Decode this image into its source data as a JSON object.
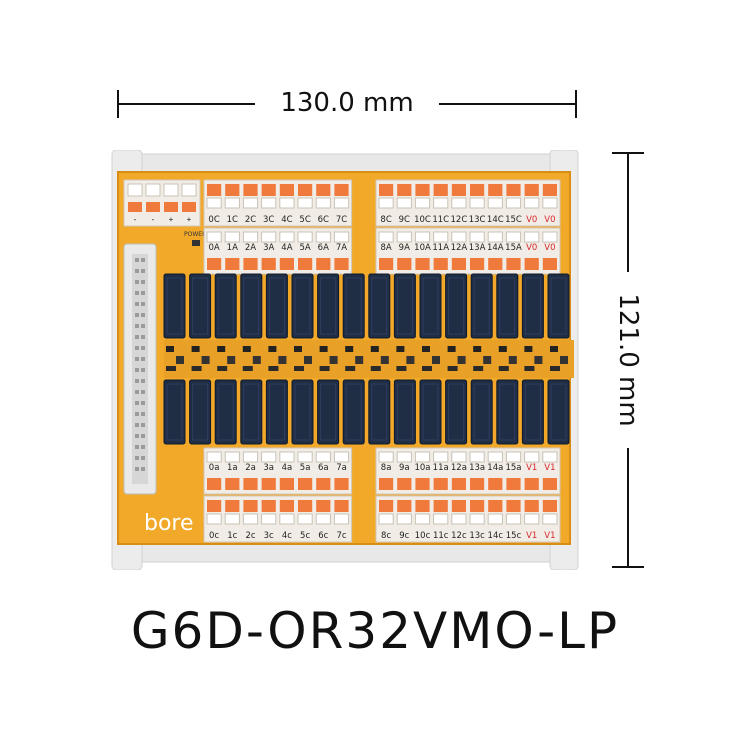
{
  "dimensions": {
    "width": "130.0 mm",
    "height": "121.0 mm"
  },
  "model": "G6D-OR32VMO-LP",
  "brand": "bore",
  "power_label": "POWER",
  "power_terminals": [
    "-",
    "-",
    "+",
    "+"
  ],
  "terminal_blocks": {
    "top_left_c": [
      "0C",
      "1C",
      "2C",
      "3C",
      "4C",
      "5C",
      "6C",
      "7C"
    ],
    "top_right_c": [
      "8C",
      "9C",
      "10C",
      "11C",
      "12C",
      "13C",
      "14C",
      "15C",
      "V0",
      "V0"
    ],
    "top_left_a": [
      "0A",
      "1A",
      "2A",
      "3A",
      "4A",
      "5A",
      "6A",
      "7A"
    ],
    "top_right_a": [
      "8A",
      "9A",
      "10A",
      "11A",
      "12A",
      "13A",
      "14A",
      "15A",
      "V0",
      "V0"
    ],
    "bottom_left_a": [
      "0a",
      "1a",
      "2a",
      "3a",
      "4a",
      "5a",
      "6a",
      "7a"
    ],
    "bottom_right_a": [
      "8a",
      "9a",
      "10a",
      "11a",
      "12a",
      "13a",
      "14a",
      "15a",
      "V1",
      "V1"
    ],
    "bottom_left_c": [
      "0c",
      "1c",
      "2c",
      "3c",
      "4c",
      "5c",
      "6c",
      "7c"
    ],
    "bottom_right_c": [
      "8c",
      "9c",
      "10c",
      "11c",
      "12c",
      "13c",
      "14c",
      "15c",
      "V1",
      "V1"
    ]
  },
  "colors": {
    "pcb": "#f2a92a",
    "relay": "#1f2d45",
    "terminal_orange": "#ef7a3c",
    "terminal_body": "#f1ede6",
    "rail": "#e6e6e6",
    "voltage_label": "#d8262a"
  }
}
